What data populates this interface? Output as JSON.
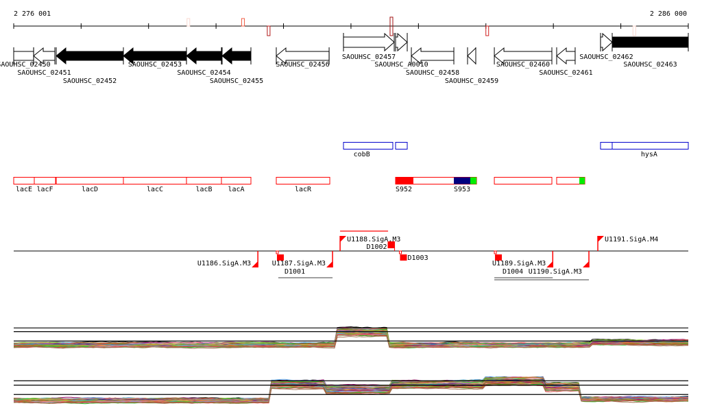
{
  "ruler": {
    "start": 2276001,
    "end": 2286000,
    "start_label": "2 276 001",
    "end_label": "2 286 000",
    "tick_interval_bp": 1000,
    "markers": [
      {
        "pos": 2278590,
        "side": "above",
        "color": "#f8d8d0"
      },
      {
        "pos": 2279400,
        "side": "above",
        "color": "#f06048"
      },
      {
        "pos": 2279780,
        "side": "below",
        "color": "#b01818"
      },
      {
        "pos": 2281600,
        "side": "both",
        "color": "#a01010"
      },
      {
        "pos": 2283020,
        "side": "below",
        "color": "#d02020"
      },
      {
        "pos": 2285200,
        "side": "below",
        "color": "#f8d8d0"
      }
    ]
  },
  "genes": [
    {
      "name": "SAOUHSC_02450",
      "start": 2276001,
      "end": 2276296,
      "strand": "none",
      "fill": "#ffffff",
      "row": "lower"
    },
    {
      "name": "SAOUHSC_02451",
      "start": 2276296,
      "end": 2276611,
      "strand": "-",
      "fill": "#ffffff",
      "row": "lower"
    },
    {
      "name": "SAOUHSC_02452",
      "start": 2276631,
      "end": 2277627,
      "strand": "-",
      "fill": "#000000",
      "row": "lower"
    },
    {
      "name": "SAOUHSC_02453",
      "start": 2277627,
      "end": 2278562,
      "strand": "-",
      "fill": "#000000",
      "row": "lower"
    },
    {
      "name": "SAOUHSC_02454",
      "start": 2278562,
      "end": 2279080,
      "strand": "-",
      "fill": "#000000",
      "row": "lower"
    },
    {
      "name": "SAOUHSC_02455",
      "start": 2279090,
      "end": 2279517,
      "strand": "-",
      "fill": "#000000",
      "row": "lower"
    },
    {
      "name": "SAOUHSC_02456",
      "start": 2279893,
      "end": 2280676,
      "strand": "-",
      "fill": "#ffffff",
      "row": "lower"
    },
    {
      "name": "SAOUHSC_02457",
      "start": 2280889,
      "end": 2281641,
      "strand": "+",
      "fill": "#ffffff",
      "row": "upper"
    },
    {
      "name": "SAOUHSC_A0010",
      "start": 2281661,
      "end": 2281834,
      "strand": "+",
      "fill": "#ffffff",
      "row": "upper"
    },
    {
      "name": "SAOUHSC_02458",
      "start": 2281895,
      "end": 2282525,
      "strand": "-",
      "fill": "#ffffff",
      "row": "lower"
    },
    {
      "name": "SAOUHSC_02459",
      "start": 2282728,
      "end": 2282850,
      "strand": "-",
      "fill": "#ffffff",
      "row": "lower"
    },
    {
      "name": "SAOUHSC_02460",
      "start": 2283125,
      "end": 2283978,
      "strand": "-",
      "fill": "#ffffff",
      "row": "lower"
    },
    {
      "name": "SAOUHSC_02461",
      "start": 2284049,
      "end": 2284323,
      "strand": "-",
      "fill": "#ffffff",
      "row": "lower"
    },
    {
      "name": "SAOUHSC_02462",
      "start": 2284699,
      "end": 2284872,
      "strand": "+",
      "fill": "#ffffff",
      "row": "upper"
    },
    {
      "name": "SAOUHSC_02463",
      "start": 2284872,
      "end": 2286000,
      "strand": "+",
      "fill": "#000000",
      "row": "upper"
    }
  ],
  "operons_blue": {
    "color": "#0000cc",
    "boxes": [
      {
        "start": 2280889,
        "end": 2281620
      },
      {
        "start": 2281661,
        "end": 2281834
      },
      {
        "start": 2284699,
        "end": 2284872
      },
      {
        "start": 2284872,
        "end": 2286000
      }
    ],
    "labels": [
      {
        "text": "cobB",
        "pos": 2281160
      },
      {
        "text": "hysA",
        "pos": 2285420
      }
    ]
  },
  "operons_red": {
    "color": "#ff0000",
    "boxes": [
      {
        "start": 2276001,
        "end": 2276306,
        "label": "lacE"
      },
      {
        "start": 2276306,
        "end": 2276621,
        "label": "lacF"
      },
      {
        "start": 2276631,
        "end": 2277627,
        "label": "lacD"
      },
      {
        "start": 2277627,
        "end": 2278562,
        "label": "lacC"
      },
      {
        "start": 2278562,
        "end": 2279080,
        "label": "lacB"
      },
      {
        "start": 2279080,
        "end": 2279517,
        "label": "lacA"
      },
      {
        "start": 2279893,
        "end": 2280686,
        "label": "lacR"
      },
      {
        "start": 2281661,
        "end": 2282861,
        "label": ""
      },
      {
        "start": 2283125,
        "end": 2283978,
        "label": ""
      },
      {
        "start": 2284049,
        "end": 2284466,
        "label": ""
      }
    ],
    "fills": [
      {
        "start": 2281661,
        "end": 2281925,
        "color": "#ff0000",
        "label": "S952"
      },
      {
        "start": 2282525,
        "end": 2282789,
        "color": "#000080",
        "label": "S953"
      },
      {
        "start": 2282769,
        "end": 2282861,
        "color": "#00ee00",
        "label": ""
      },
      {
        "start": 2284385,
        "end": 2284466,
        "color": "#00ee00",
        "label": ""
      }
    ]
  },
  "regulatory": {
    "color": "#ff0000",
    "promoters": [
      {
        "label": "U1186.SigA.M3",
        "pos": 2279620,
        "dir": "down"
      },
      {
        "label": "U1187.SigA.M3",
        "pos": 2280727,
        "dir": "down"
      },
      {
        "label": "U1188.SigA.M3",
        "pos": 2280839,
        "dir": "up"
      },
      {
        "label": "U1189.SigA.M3",
        "pos": 2283991,
        "dir": "down"
      },
      {
        "label": "U1190.SigA.M3",
        "pos": 2284527,
        "dir": "down"
      },
      {
        "label": "U1191.SigA.M4",
        "pos": 2284659,
        "dir": "up"
      }
    ],
    "terminators": [
      {
        "label": "D1001",
        "pos": 2279903,
        "side": "below"
      },
      {
        "label": "D1002",
        "pos": 2281555,
        "side": "above"
      },
      {
        "label": "D1003",
        "pos": 2281727,
        "side": "below"
      },
      {
        "label": "D1004",
        "pos": 2283135,
        "side": "below"
      }
    ],
    "spans": [
      {
        "start": 2280839,
        "end": 2281550,
        "side": "above",
        "level": 0
      },
      {
        "start": 2279923,
        "end": 2280727,
        "side": "below",
        "level": 0
      },
      {
        "start": 2283125,
        "end": 2283991,
        "side": "below",
        "level": 0
      },
      {
        "start": 2283125,
        "end": 2284527,
        "side": "below",
        "level": 1
      }
    ]
  },
  "expression_tracks": [
    {
      "name": "track-1",
      "reference_levels": [
        9.6,
        9.0,
        7.5
      ],
      "segments": [
        {
          "start": 2276001,
          "end": 2280780,
          "level": 7.0
        },
        {
          "start": 2280780,
          "end": 2281560,
          "level": 9.2
        },
        {
          "start": 2281560,
          "end": 2284560,
          "level": 7.0
        },
        {
          "start": 2284560,
          "end": 2286000,
          "level": 7.4
        }
      ]
    },
    {
      "name": "track-2",
      "reference_levels": [
        9.7,
        9.0,
        7.5
      ],
      "segments": [
        {
          "start": 2276001,
          "end": 2279790,
          "level": 6.7
        },
        {
          "start": 2279790,
          "end": 2280620,
          "level": 9.4
        },
        {
          "start": 2280620,
          "end": 2281590,
          "level": 8.6
        },
        {
          "start": 2281590,
          "end": 2282990,
          "level": 9.4
        },
        {
          "start": 2282990,
          "end": 2283880,
          "level": 9.9
        },
        {
          "start": 2283880,
          "end": 2284410,
          "level": 9.0
        },
        {
          "start": 2284410,
          "end": 2286000,
          "level": 6.9
        }
      ]
    }
  ],
  "series_colors": [
    "#e06030",
    "#90a030",
    "#a01070",
    "#60b0f0",
    "#80c020",
    "#c06020",
    "#f08080",
    "#b090c0",
    "#807020",
    "#30c030",
    "#d04040",
    "#a07050",
    "#202080",
    "#e0a080",
    "#6080c0",
    "#c0c040",
    "#904090",
    "#40a0a0",
    "#f0a040",
    "#707070"
  ]
}
